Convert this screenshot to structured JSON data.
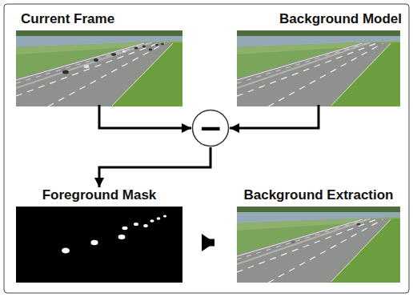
{
  "diagram": {
    "nodes": [
      {
        "text": [
          "Current Frame"
        ]
      },
      {
        "text": [
          "Background Model"
        ]
      },
      {
        "text": [
          "−"
        ]
      },
      {
        "text": [
          "Foreground Mask"
        ]
      },
      {
        "text": [
          "Background Extraction"
        ]
      }
    ],
    "edges": [
      {
        "from": 0,
        "to": 2,
        "arrow": "to"
      },
      {
        "from": 1,
        "to": 2,
        "arrow": "to"
      },
      {
        "from": 2,
        "to": 3,
        "arrow": "to"
      },
      {
        "from": 3,
        "to": 4,
        "arrow": "to"
      }
    ]
  }
}
